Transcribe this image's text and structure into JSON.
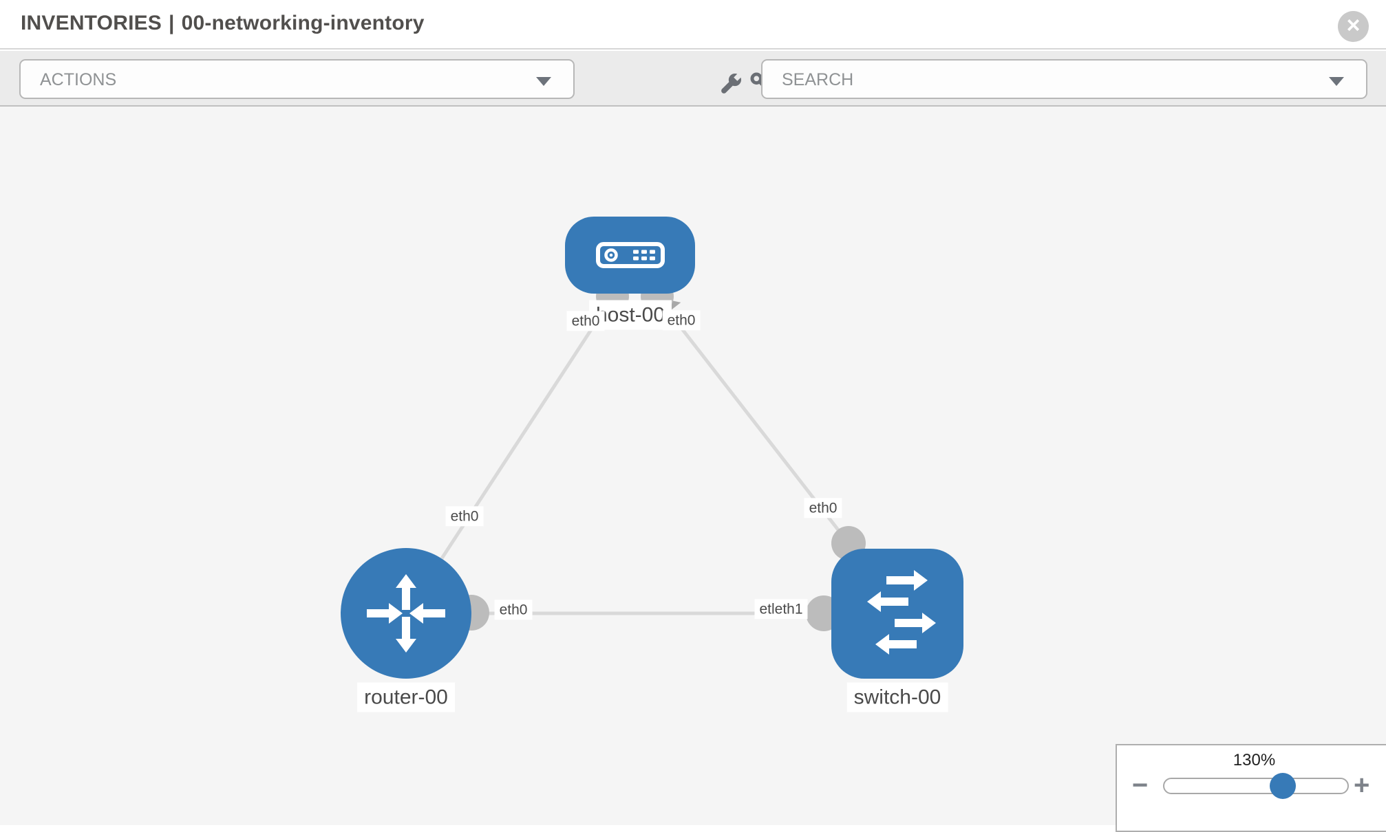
{
  "header": {
    "title_section": "INVENTORIES",
    "title_divider": "|",
    "inventory_name": "00-networking-inventory",
    "close_glyph": "×"
  },
  "toolbar": {
    "actions_label": "ACTIONS",
    "search_label": "SEARCH",
    "icons": {
      "wrench": "wrench-icon",
      "key": "key-icon"
    }
  },
  "diagram": {
    "nodes": [
      {
        "label": "host-00",
        "type": "host"
      },
      {
        "label": "router-00",
        "type": "router"
      },
      {
        "label": "switch-00",
        "type": "switch"
      }
    ],
    "edge_labels": [
      {
        "text": "eth0",
        "edge": "host-router",
        "end": "host"
      },
      {
        "text": "eth0",
        "edge": "host-switch",
        "end": "host"
      },
      {
        "text": "eth0",
        "edge": "host-router",
        "end": "router"
      },
      {
        "text": "eth0",
        "edge": "host-switch",
        "end": "switch"
      },
      {
        "text": "eth0",
        "edge": "router-switch",
        "end": "router"
      },
      {
        "text": "etleth1",
        "edge": "router-switch",
        "end": "switch"
      }
    ],
    "colors": {
      "node_fill": "#377ab7",
      "edge": "#d9d9d9",
      "endpoint_dot": "#bcbcbc",
      "canvas_bg": "#f5f5f5"
    }
  },
  "zoom_control": {
    "level": "130%",
    "minus_label": "−",
    "plus_label": "+"
  }
}
